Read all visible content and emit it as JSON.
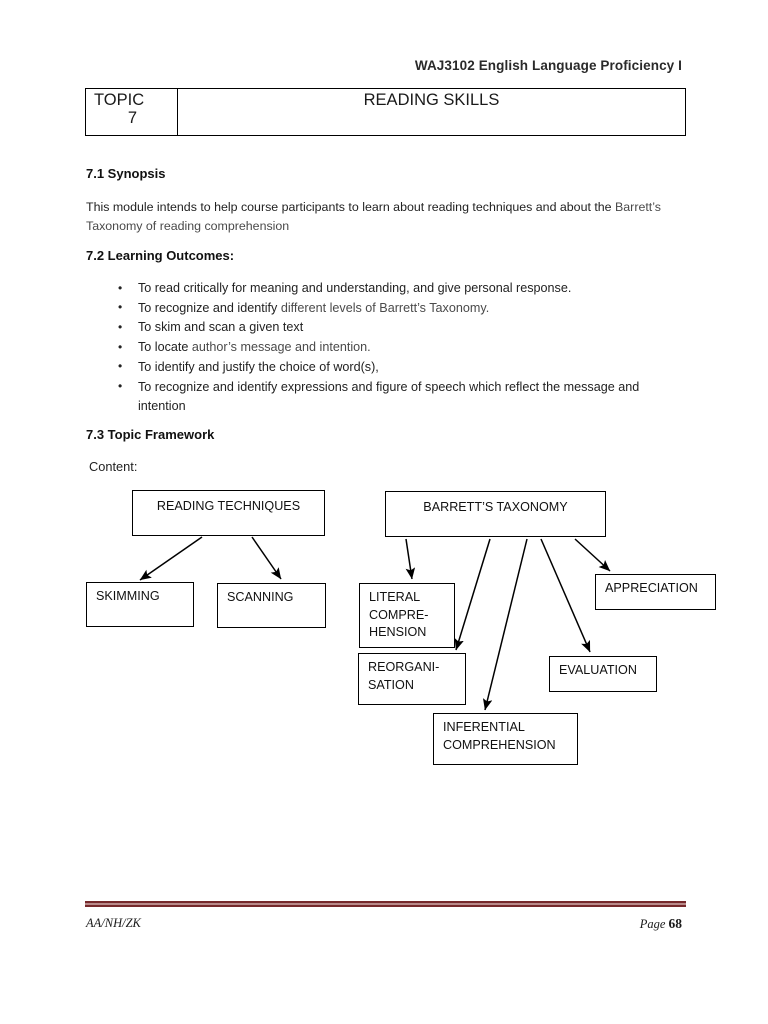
{
  "header": {
    "running_title": "WAJ3102 English Language Proficiency I"
  },
  "title_block": {
    "topic_label": "TOPIC",
    "topic_number": "7",
    "topic_title": "READING SKILLS"
  },
  "synopsis": {
    "heading": "7.1 Synopsis",
    "text_line1": "This module intends to help course participants to learn about reading techniques and about the ",
    "text_line2": "Barrett’s Taxonomy of reading comprehension"
  },
  "learning_outcomes": {
    "heading": "7.2 Learning Outcomes:",
    "items": [
      {
        "lead": "To read critically for meaning and understanding, and give personal response.",
        "tail": ""
      },
      {
        "lead": "To recognize and identify ",
        "tail": "different levels of Barrett’s Taxonomy."
      },
      {
        "lead": "To skim and scan a given text",
        "tail": ""
      },
      {
        "lead": "To locate ",
        "tail": "author’s message and intention."
      },
      {
        "lead": "To identify and justify the choice of word(s),",
        "tail": ""
      },
      {
        "lead": "To recognize and identify expressions and figure of speech which reflect the message and intention",
        "tail": ""
      }
    ]
  },
  "topic_framework": {
    "heading": "7.3 Topic Framework",
    "content_label": "Content:",
    "diagram": {
      "type": "flowchart",
      "nodes": [
        {
          "id": "reading-techniques",
          "label": "READING TECHNIQUES"
        },
        {
          "id": "barretts-taxonomy",
          "label": "BARRETT’S TAXONOMY"
        },
        {
          "id": "skimming",
          "label": "SKIMMING"
        },
        {
          "id": "scanning",
          "label": "SCANNING"
        },
        {
          "id": "literal",
          "label": "LITERAL COMPRE- HENSION",
          "line1": "LITERAL",
          "line2": "COMPRE-",
          "line3": "HENSION"
        },
        {
          "id": "reorganisation",
          "label": "REORGANI- SATION",
          "line1": "REORGANI-",
          "line2": "SATION"
        },
        {
          "id": "inferential",
          "label": "INFERENTIAL COMPREHENSION",
          "line1": "INFERENTIAL",
          "line2": "COMPREHENSION"
        },
        {
          "id": "evaluation",
          "label": "EVALUATION"
        },
        {
          "id": "appreciation",
          "label": "APPRECIATION"
        }
      ],
      "edges": [
        {
          "from": "reading-techniques",
          "to": "skimming"
        },
        {
          "from": "reading-techniques",
          "to": "scanning"
        },
        {
          "from": "barretts-taxonomy",
          "to": "literal"
        },
        {
          "from": "barretts-taxonomy",
          "to": "reorganisation"
        },
        {
          "from": "barretts-taxonomy",
          "to": "inferential"
        },
        {
          "from": "barretts-taxonomy",
          "to": "evaluation"
        },
        {
          "from": "barretts-taxonomy",
          "to": "appreciation"
        }
      ]
    }
  },
  "footer": {
    "authors": "AA/NH/ZK",
    "page_label": "Page ",
    "page_number": "68",
    "rule_color": "#76292b"
  }
}
